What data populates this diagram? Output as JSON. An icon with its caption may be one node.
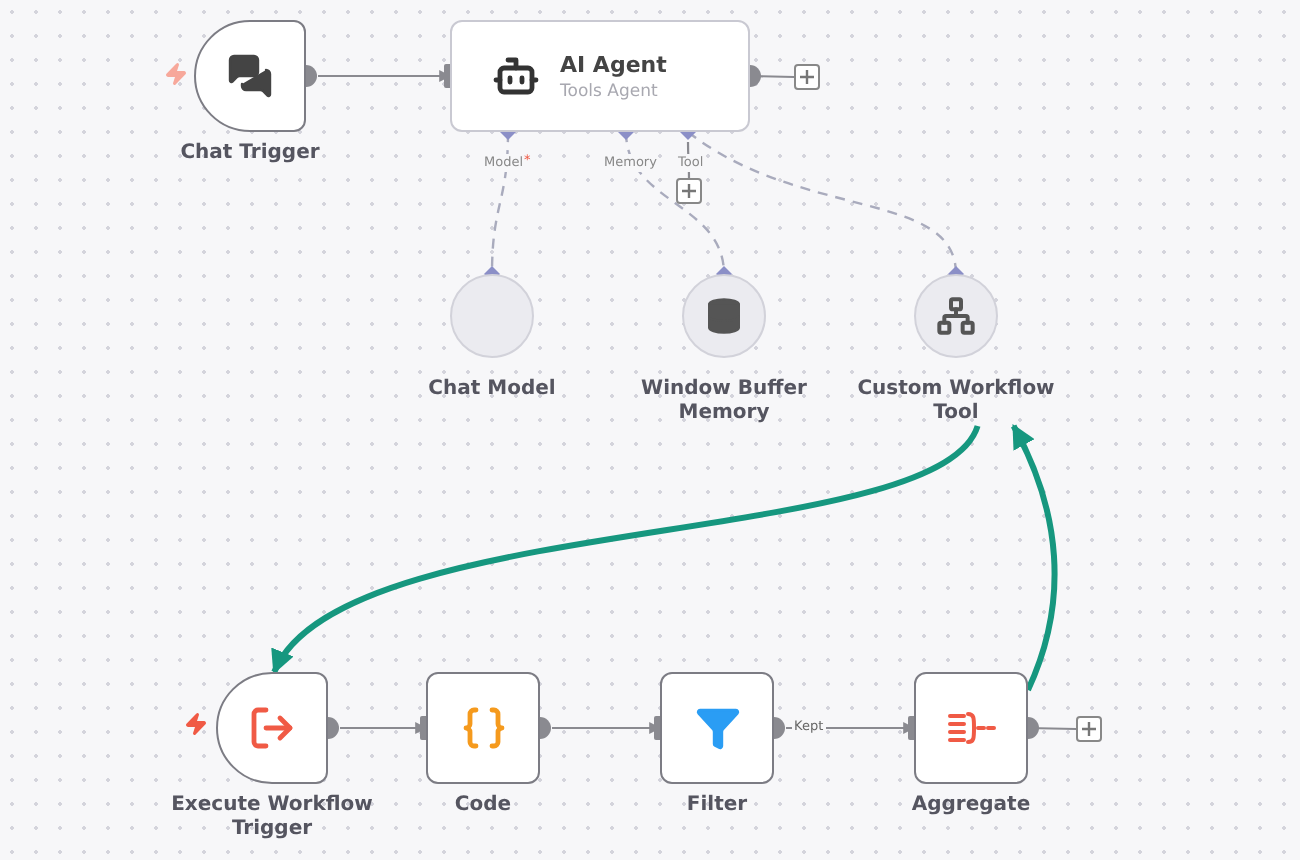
{
  "diagram": {
    "nodes": [
      {
        "text": [
          "Chat Trigger"
        ]
      },
      {
        "text": [
          "AI Agent",
          "Tools Agent"
        ]
      },
      {
        "text": [
          "Chat Model"
        ]
      },
      {
        "text": [
          "Window Buffer Memory"
        ]
      },
      {
        "text": [
          "Custom Workflow Tool"
        ]
      },
      {
        "text": [
          "Execute Workflow Trigger"
        ]
      },
      {
        "text": [
          "Code"
        ]
      },
      {
        "text": [
          "Filter"
        ]
      },
      {
        "text": [
          "Aggregate"
        ]
      },
      {
        "text": [],
        "shape": "box"
      },
      {
        "text": [],
        "shape": "box"
      },
      {
        "text": [],
        "shape": "box"
      }
    ],
    "edges": [
      {
        "from": 0,
        "to": 1,
        "arrow": "to"
      },
      {
        "from": 1,
        "to": 2,
        "arrow": "other",
        "style": "dashed",
        "color": "#a9abbd"
      },
      {
        "from": 1,
        "to": 3,
        "arrow": "other",
        "style": "dashed",
        "color": "#a9abbd"
      },
      {
        "from": 1,
        "to": 4,
        "arrow": "other",
        "style": "dashed",
        "color": "#a9abbd"
      },
      {
        "from": 1,
        "to": 9,
        "arrow": "other"
      },
      {
        "from": 1,
        "to": 10,
        "arrow": "none"
      },
      {
        "from": 4,
        "to": 5,
        "arrow": "to",
        "style": "thick",
        "color": "#16977f"
      },
      {
        "from": 5,
        "to": 6,
        "arrow": "to"
      },
      {
        "from": 6,
        "to": 7,
        "arrow": "to"
      },
      {
        "from": 7,
        "to": 8,
        "arrow": "to",
        "label": "Kept"
      },
      {
        "from": 8,
        "to": 4,
        "arrow": "to",
        "style": "thick",
        "color": "#16977f"
      },
      {
        "from": 8,
        "to": 11,
        "arrow": "other"
      }
    ],
    "labels": [
      "Model",
      "*",
      "Memory",
      "Tool"
    ]
  }
}
